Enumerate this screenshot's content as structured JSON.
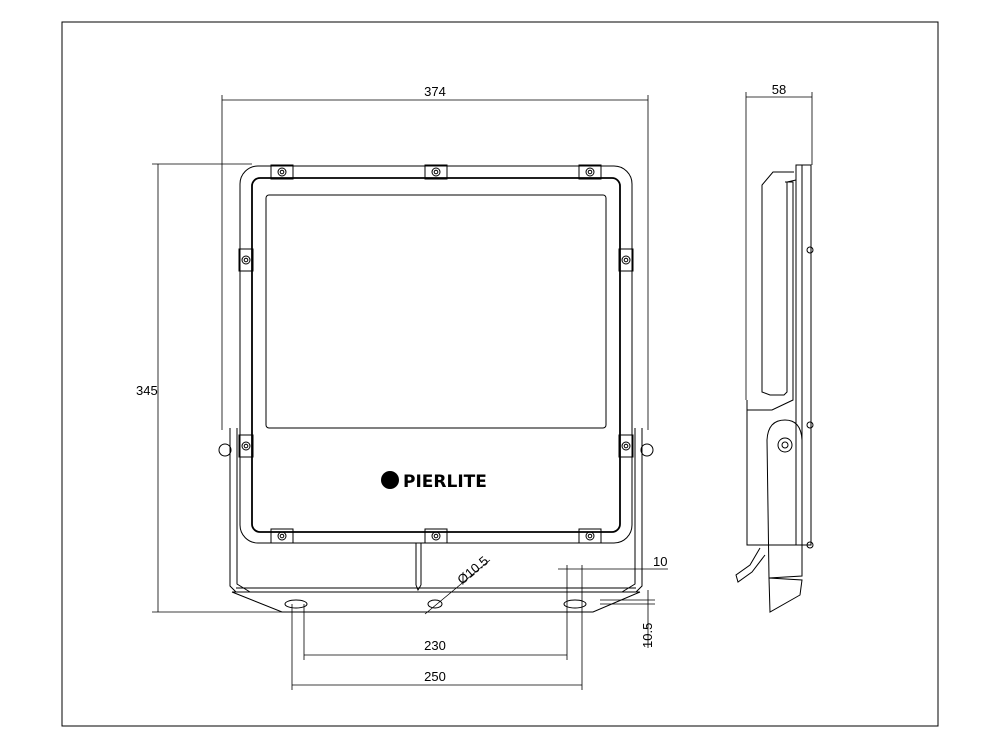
{
  "brand": "PIERLITE",
  "dimensions": {
    "width": "374",
    "height": "345",
    "depth": "58",
    "hole_spacing_inner": "230",
    "hole_spacing_outer": "250",
    "slot_width": "10",
    "slot_offset": "10.5",
    "hole_diameter": "Ø10.5"
  }
}
